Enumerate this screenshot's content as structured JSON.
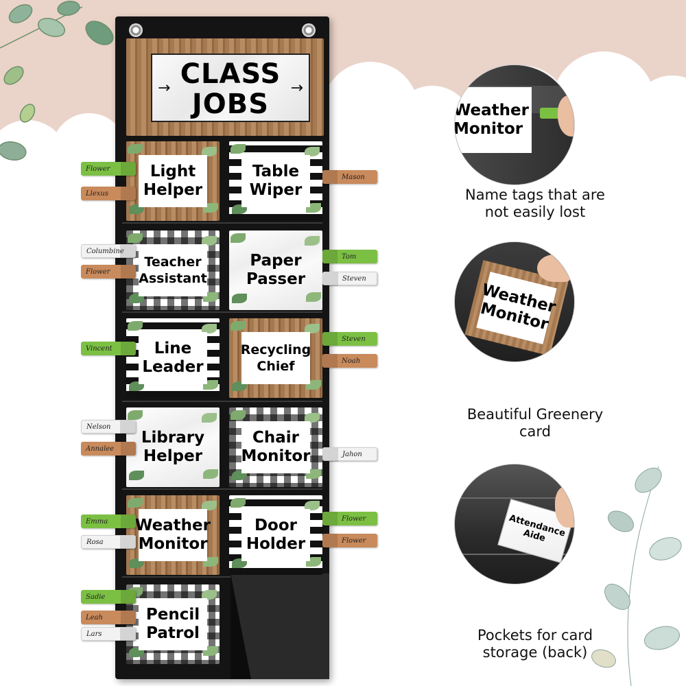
{
  "header": {
    "title_line1": "CLASS",
    "title_line2": "JOBS"
  },
  "jobs": [
    {
      "lines": [
        "Light",
        "Helper"
      ],
      "style": "wood"
    },
    {
      "lines": [
        "Table",
        "Wiper"
      ],
      "style": "stripe"
    },
    {
      "lines": [
        "Teacher",
        "Assistant"
      ],
      "style": "gingham"
    },
    {
      "lines": [
        "Paper",
        "Passer"
      ],
      "style": "marble"
    },
    {
      "lines": [
        "Line",
        "Leader"
      ],
      "style": "stripe"
    },
    {
      "lines": [
        "Recycling",
        "Chief"
      ],
      "style": "wood"
    },
    {
      "lines": [
        "Library",
        "Helper"
      ],
      "style": "marble"
    },
    {
      "lines": [
        "Chair",
        "Monitor"
      ],
      "style": "gingham"
    },
    {
      "lines": [
        "Weather",
        "Monitor"
      ],
      "style": "wood"
    },
    {
      "lines": [
        "Door",
        "Holder"
      ],
      "style": "stripe"
    },
    {
      "lines": [
        "Pencil",
        "Patrol"
      ],
      "style": "gingham"
    }
  ],
  "clips": [
    {
      "name": "Flower",
      "color": "green"
    },
    {
      "name": "Llexus",
      "color": "tan"
    },
    {
      "name": "Mason",
      "color": "tan"
    },
    {
      "name": "Columbine",
      "color": "white"
    },
    {
      "name": "Flower",
      "color": "tan"
    },
    {
      "name": "Tom",
      "color": "green"
    },
    {
      "name": "Steven",
      "color": "white"
    },
    {
      "name": "Vincent",
      "color": "green"
    },
    {
      "name": "Steven",
      "color": "green"
    },
    {
      "name": "Noah",
      "color": "tan"
    },
    {
      "name": "Nelson",
      "color": "white"
    },
    {
      "name": "Annalee",
      "color": "tan"
    },
    {
      "name": "Jahon",
      "color": "white"
    },
    {
      "name": "Emma",
      "color": "green"
    },
    {
      "name": "Rosa",
      "color": "white"
    },
    {
      "name": "Flower",
      "color": "green"
    },
    {
      "name": "Flower",
      "color": "tan"
    },
    {
      "name": "Sadie",
      "color": "green"
    },
    {
      "name": "Leah",
      "color": "tan"
    },
    {
      "name": "Lars",
      "color": "white"
    }
  ],
  "details": [
    {
      "card_lines": [
        "Weather",
        "Monitor"
      ],
      "caption_lines": [
        "Name tags that are",
        "not easily lost"
      ]
    },
    {
      "card_lines": [
        "Weather",
        "Monitor"
      ],
      "caption_lines": [
        "Beautiful Greenery",
        "card"
      ]
    },
    {
      "card_lines": [
        "Attendance",
        "Aide"
      ],
      "caption_lines": [
        "Pockets for card",
        "storage (back)"
      ]
    }
  ],
  "colors": {
    "chart_black": "#141414",
    "wood": "#a57a52",
    "clip_green": "#7bc043",
    "clip_tan": "#c98a5c",
    "backdrop_pink": "#ead3c8"
  },
  "icons": [
    "arrow-left-icon",
    "arrow-right-icon",
    "leaf-icon",
    "grommet-icon",
    "clothespin-icon"
  ]
}
